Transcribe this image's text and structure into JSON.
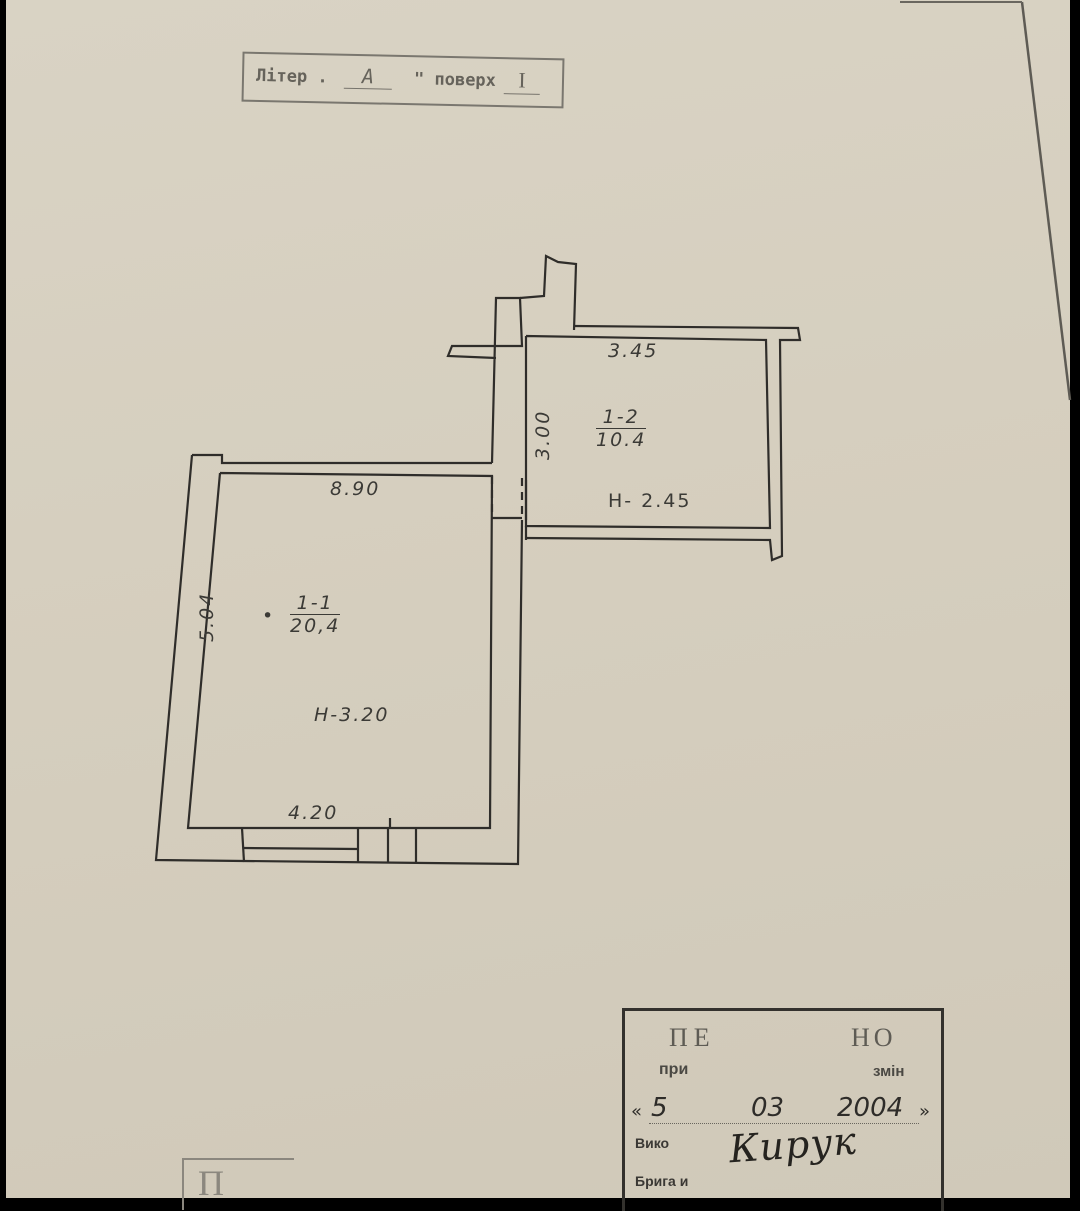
{
  "document": {
    "type": "floor plan (technical inventory drawing)",
    "header": {
      "litera_label": "Літер .",
      "litera_value": "А",
      "floor_label": "\" поверх",
      "floor_value": "І"
    },
    "rooms": [
      {
        "id": "1-1",
        "area": "20.4",
        "area_display": "20,4",
        "height": "Н-3.20",
        "dim_top": "8.90",
        "dim_left": "5.04",
        "dim_bottom": "4.20"
      },
      {
        "id": "1-2",
        "area": "10.4",
        "area_display": "10.4",
        "height": "Н- 2.45",
        "dim_top": "3.45",
        "dim_left": "3.00"
      }
    ],
    "stamp": {
      "line1_left": "ПЕ",
      "line1_right": "НО",
      "line2_left": "при",
      "line2_right": "змін",
      "date_day": "5",
      "date_month": "03",
      "date_year": "2004",
      "executor_label": "Вико",
      "brigade_label": "Брига  и",
      "signature": "Кирук"
    },
    "bottom_partial_box_text": "П"
  }
}
